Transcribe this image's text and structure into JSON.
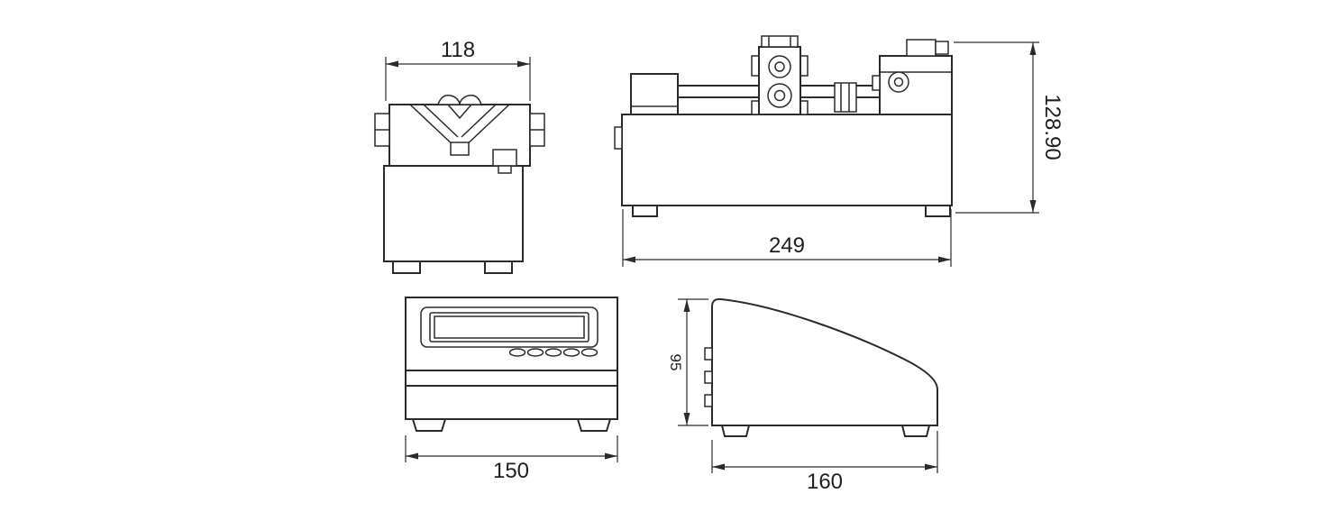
{
  "drawing": {
    "colors": {
      "line": "#2b2b2b",
      "text": "#1f1f1f",
      "background": "#ffffff"
    },
    "dimensions": {
      "pump_front_width": "118",
      "pump_side_length": "249",
      "pump_side_height": "128.90",
      "controller_front_width": "150",
      "controller_side_height": "95",
      "controller_side_depth": "160"
    }
  }
}
